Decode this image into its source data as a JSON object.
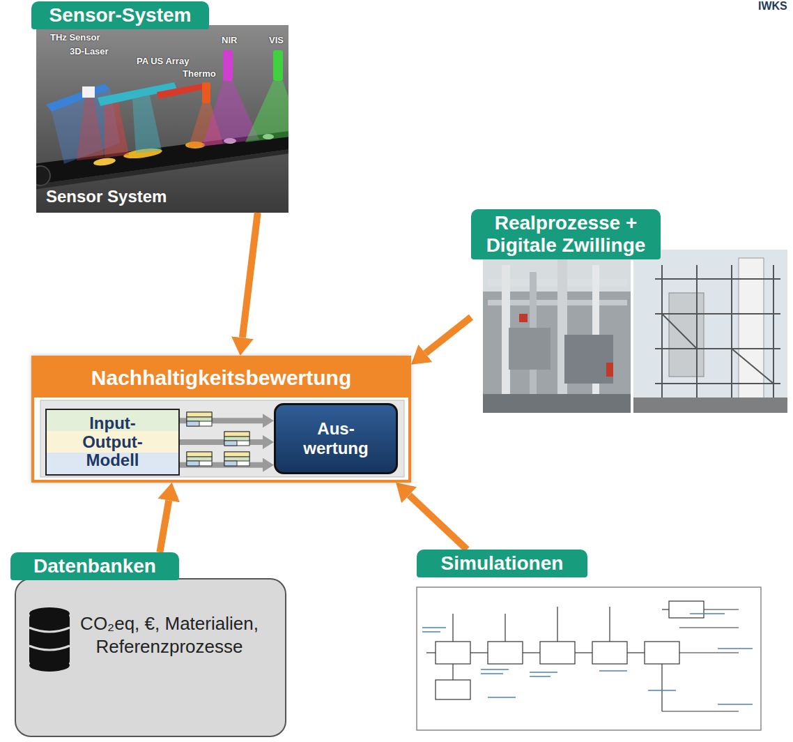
{
  "diagram": {
    "nodes": [
      {
        "text": [
          "Sensor-System"
        ]
      },
      {
        "text": [
          "Realprozesse + Digitale Zwillinge"
        ]
      },
      {
        "text": [
          "Nachhaltigkeitsbewertung"
        ]
      },
      {
        "text": [
          "Input- Output- Modell"
        ],
        "in": 2
      },
      {
        "text": [
          "Aus- wertung"
        ],
        "in": 2
      },
      {
        "text": [
          "Datenbanken",
          "CO₂eq, €, Materialien, Referenzprozesse"
        ]
      },
      {
        "text": [
          "Simulationen"
        ]
      }
    ],
    "edges": [
      {
        "from": 0,
        "to": 2,
        "arrow": "to"
      },
      {
        "from": 1,
        "to": 2,
        "arrow": "to"
      },
      {
        "from": 3,
        "to": 4,
        "arrow": "to"
      },
      {
        "from": 3,
        "to": 4,
        "arrow": "to"
      },
      {
        "from": 3,
        "to": 4,
        "arrow": "to"
      },
      {
        "from": 5,
        "to": 2,
        "arrow": "to"
      },
      {
        "from": 6,
        "to": 2,
        "arrow": "to"
      }
    ],
    "labels": [
      "IWKS",
      "THz Sensor",
      "3D-Laser",
      "PA US Array",
      "Thermo",
      "NIR",
      "VIS",
      "Sensor System"
    ]
  }
}
